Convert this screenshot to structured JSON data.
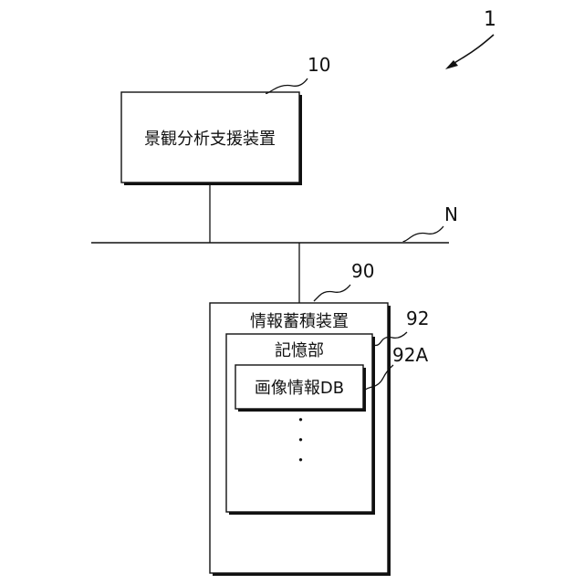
{
  "figure": {
    "system_ref": "1",
    "network_ref": "N",
    "landscape_device": {
      "label": "景観分析支援装置",
      "ref": "10"
    },
    "info_storage_device": {
      "label": "情報蓄積装置",
      "ref": "90"
    },
    "storage_unit": {
      "label": "記憶部",
      "ref": "92"
    },
    "image_db": {
      "label": "画像情報DB",
      "ref": "92A"
    },
    "continuation": "・・・"
  }
}
